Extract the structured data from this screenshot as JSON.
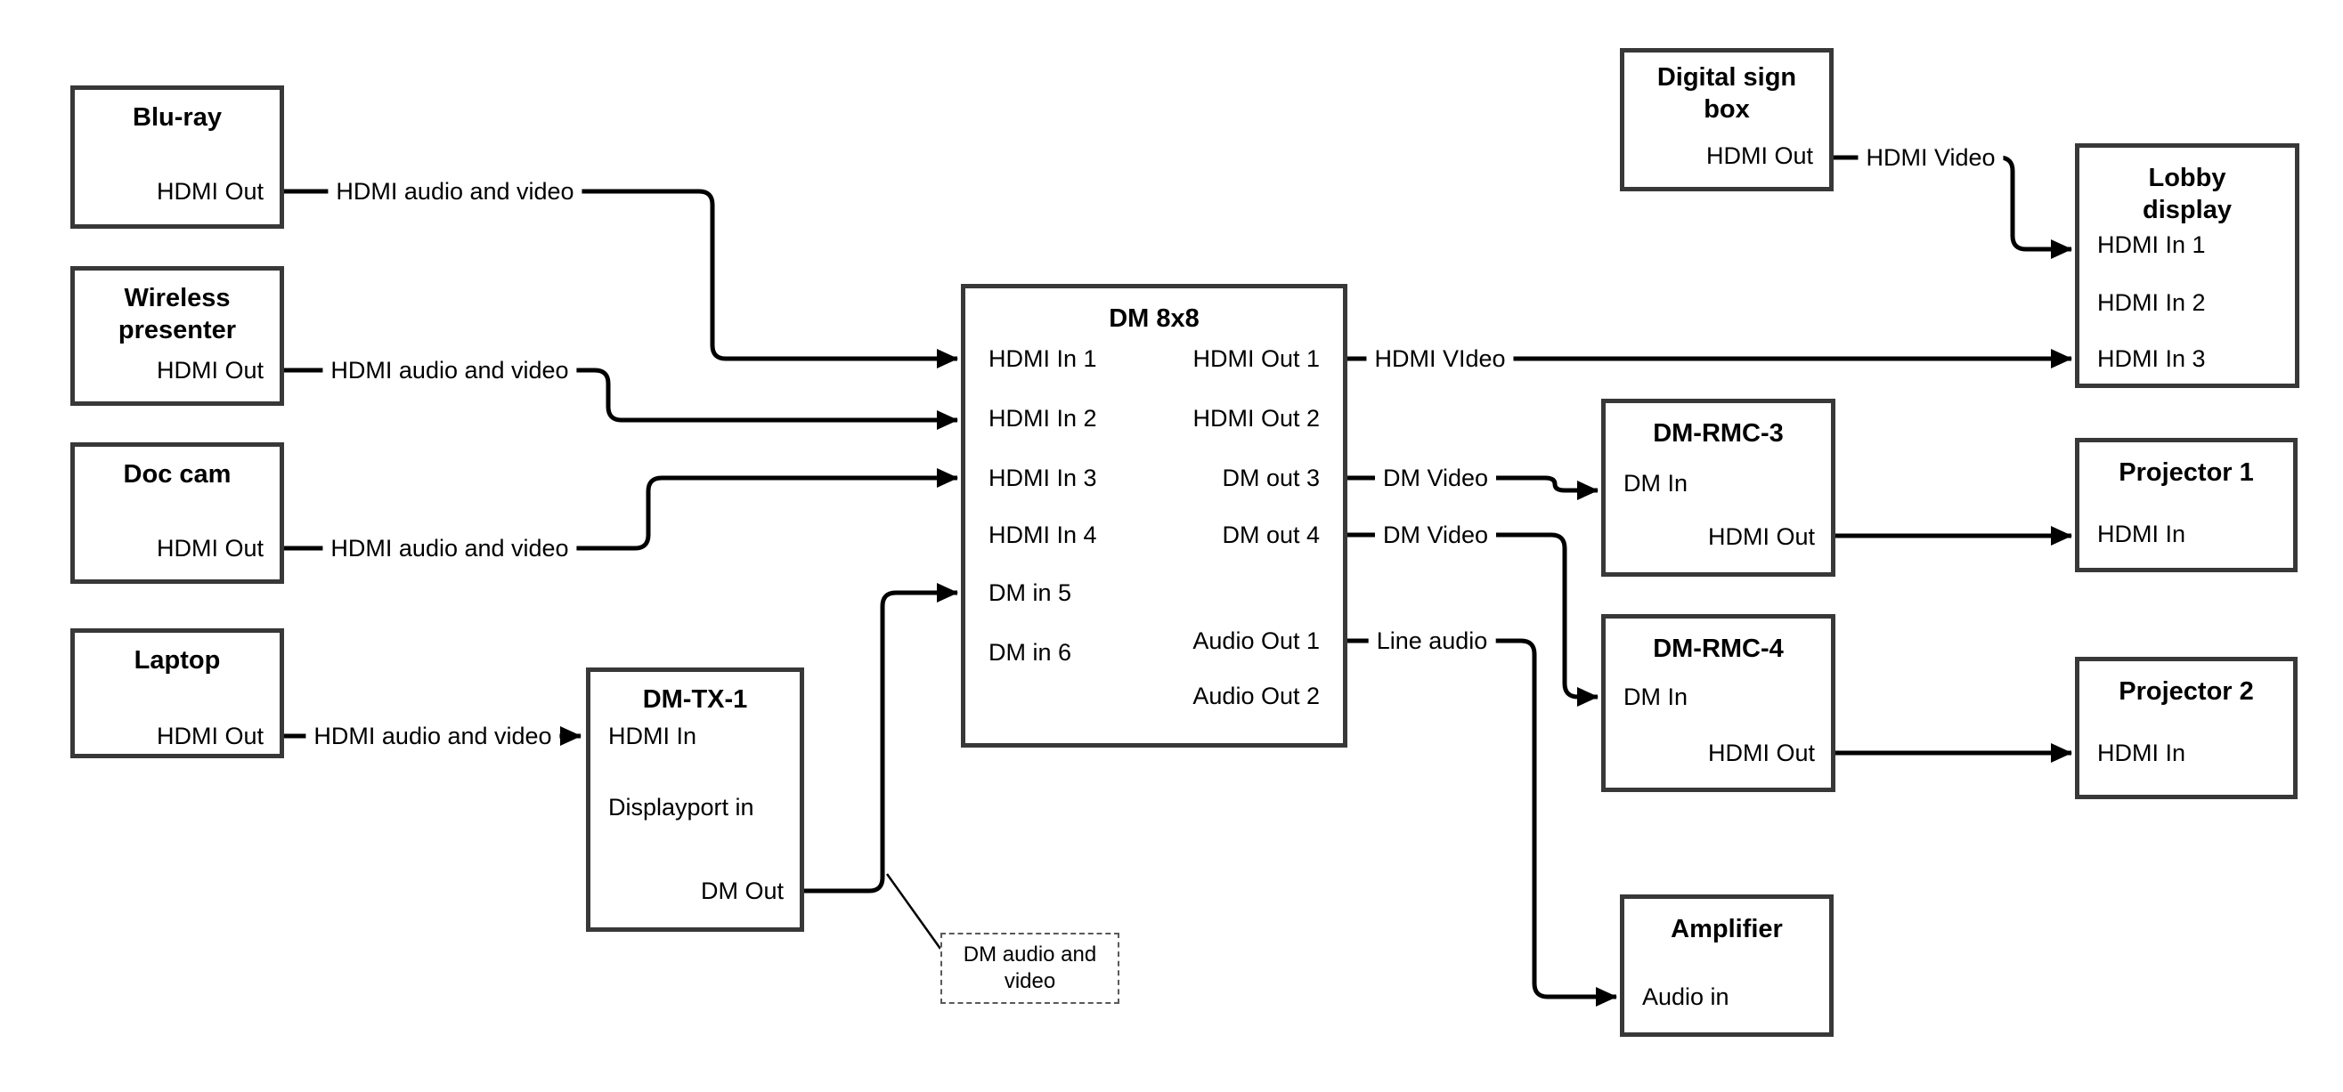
{
  "nodes": {
    "bluray": {
      "title": "Blu-ray",
      "ports": {
        "hdmi_out": "HDMI Out"
      }
    },
    "wireless": {
      "title": "Wireless presenter",
      "ports": {
        "hdmi_out": "HDMI Out"
      }
    },
    "doccam": {
      "title": "Doc cam",
      "ports": {
        "hdmi_out": "HDMI Out"
      }
    },
    "laptop": {
      "title": "Laptop",
      "ports": {
        "hdmi_out": "HDMI Out"
      }
    },
    "dmtx1": {
      "title": "DM-TX-1",
      "ports": {
        "hdmi_in": "HDMI In",
        "displayport_in": "Displayport in",
        "dm_out": "DM Out"
      }
    },
    "dm8x8": {
      "title": "DM 8x8",
      "ports": {
        "hdmi_in_1": "HDMI In 1",
        "hdmi_in_2": "HDMI In 2",
        "hdmi_in_3": "HDMI In 3",
        "hdmi_in_4": "HDMI In 4",
        "dm_in_5": "DM in 5",
        "dm_in_6": "DM in 6",
        "hdmi_out_1": "HDMI Out 1",
        "hdmi_out_2": "HDMI Out 2",
        "dm_out_3": "DM out 3",
        "dm_out_4": "DM out 4",
        "audio_out_1": "Audio Out 1",
        "audio_out_2": "Audio Out 2"
      }
    },
    "digital_sign": {
      "title": "Digital sign box",
      "ports": {
        "hdmi_out": "HDMI Out"
      }
    },
    "lobby": {
      "title": "Lobby display",
      "ports": {
        "hdmi_in_1": "HDMI In 1",
        "hdmi_in_2": "HDMI In 2",
        "hdmi_in_3": "HDMI In 3"
      }
    },
    "dmrmc3": {
      "title": "DM-RMC-3",
      "ports": {
        "dm_in": "DM In",
        "hdmi_out": "HDMI Out"
      }
    },
    "proj1": {
      "title": "Projector 1",
      "ports": {
        "hdmi_in": "HDMI In"
      }
    },
    "dmrmc4": {
      "title": "DM-RMC-4",
      "ports": {
        "dm_in": "DM In",
        "hdmi_out": "HDMI Out"
      }
    },
    "proj2": {
      "title": "Projector 2",
      "ports": {
        "hdmi_in": "HDMI In"
      }
    },
    "amplifier": {
      "title": "Amplifier",
      "ports": {
        "audio_in": "Audio in"
      }
    }
  },
  "edge_labels": {
    "bluray": "HDMI audio and video",
    "wireless": "HDMI audio and video",
    "doccam": "HDMI audio and video",
    "laptop": "HDMI audio and video",
    "hdmi_video_out": "HDMI VIdeo",
    "dm_video_3": "DM Video",
    "dm_video_4": "DM Video",
    "line_audio": "Line audio",
    "sign_video": "HDMI Video",
    "callout": "DM audio and video"
  },
  "colors": {
    "background": "#ffffff",
    "box_border": "#383838",
    "wire": "#000000",
    "text": "#000000",
    "callout_border": "#595959"
  }
}
